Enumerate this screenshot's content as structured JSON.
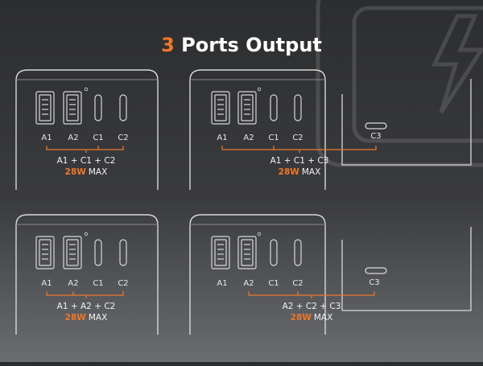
{
  "title": {
    "number": "3",
    "text": " Ports Output"
  },
  "colors": {
    "accent": "#f0782a",
    "outline": "#d8d8d8",
    "text": "#ffffff"
  },
  "port_labels": {
    "a1": "A1",
    "a2": "A2",
    "c1": "C1",
    "c2": "C2",
    "c3": "C3"
  },
  "combos": [
    {
      "id": "top-left",
      "combination": "A1 + C1 + C2",
      "watt": "28W",
      "max": "MAX"
    },
    {
      "id": "top-right",
      "combination": "A1 + C1 + C3",
      "watt": "28W",
      "max": "MAX"
    },
    {
      "id": "bottom-left",
      "combination": "A1 + A2 + C2",
      "watt": "28W",
      "max": "MAX"
    },
    {
      "id": "bottom-right",
      "combination": "A2 + C2 + C3",
      "watt": "28W",
      "max": "MAX"
    }
  ],
  "decorations": {
    "background_icon": "lightning-bolt-icon"
  }
}
